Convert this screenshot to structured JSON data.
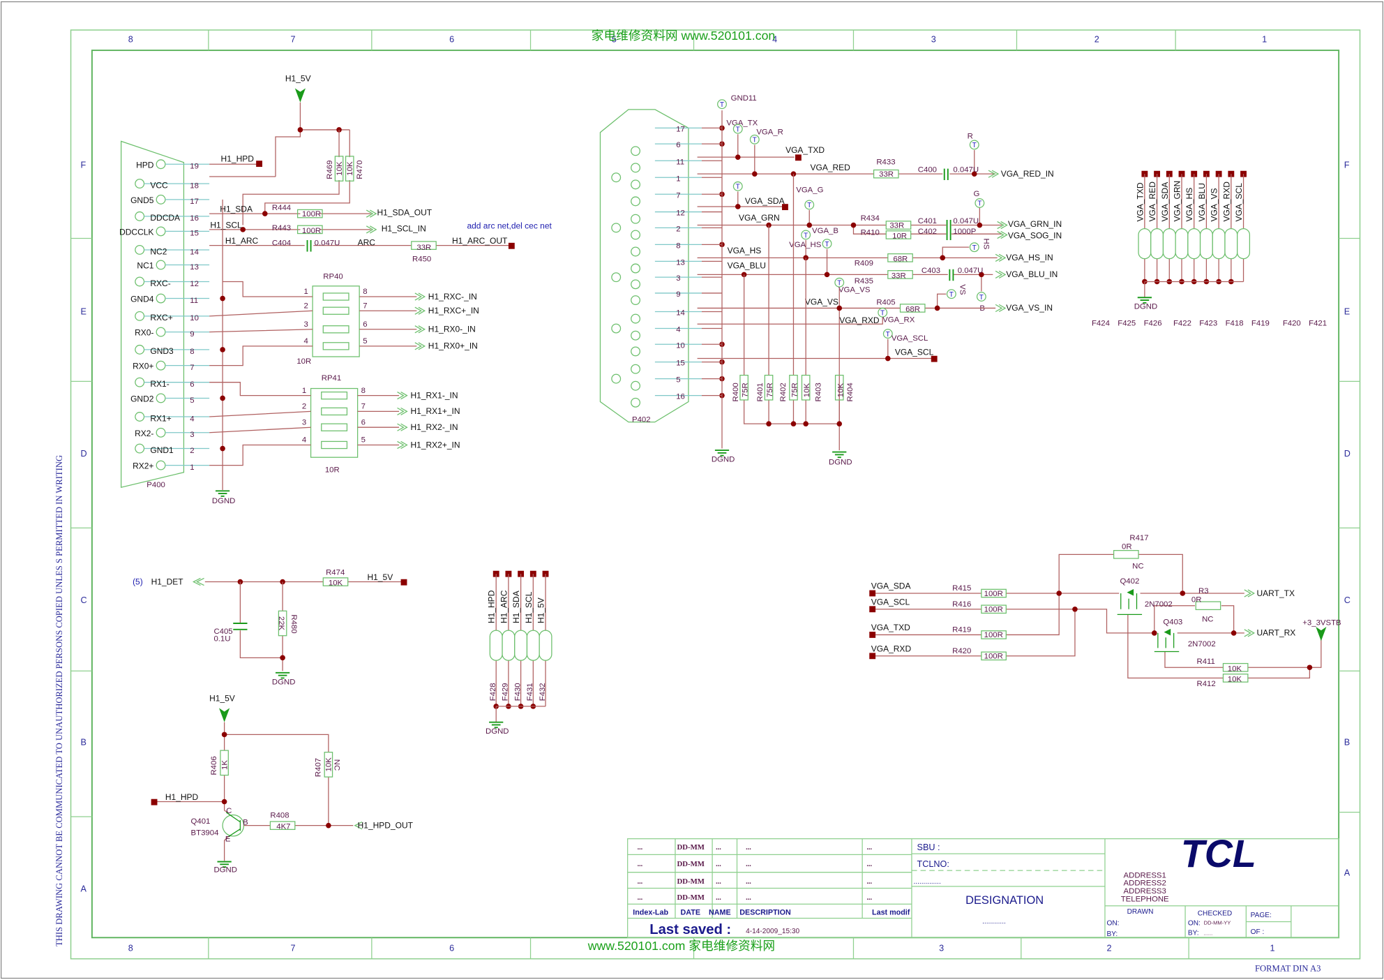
{
  "watermark": {
    "top": "家电维修资料网 www.520101.con",
    "bottom": "www.520101.com 家电维修资料网"
  },
  "frame": {
    "columns": [
      "8",
      "7",
      "6",
      "5",
      "4",
      "3",
      "2",
      "1"
    ],
    "rows": [
      "F",
      "E",
      "D",
      "C",
      "B",
      "A"
    ],
    "side_notice": "THIS DRAWING CANNOT BE COMMUNICATED TO UNAUTHORIZED PERSONS COPIED UNLES S PERMITTED IN WRITING",
    "format": "FORMAT DIN A3"
  },
  "hdmi": {
    "connector": "P400",
    "power_net": "H1_5V",
    "pins": [
      {
        "num": "19",
        "name": "HPD"
      },
      {
        "num": "18",
        "name": "VCC"
      },
      {
        "num": "17",
        "name": "GND5"
      },
      {
        "num": "16",
        "name": "DDCDA"
      },
      {
        "num": "15",
        "name": "DDCCLK"
      },
      {
        "num": "14",
        "name": "NC2"
      },
      {
        "num": "13",
        "name": "NC1"
      },
      {
        "num": "12",
        "name": "RXC-"
      },
      {
        "num": "11",
        "name": "GND4"
      },
      {
        "num": "10",
        "name": "RXC+"
      },
      {
        "num": "9",
        "name": "RX0-"
      },
      {
        "num": "8",
        "name": "GND3"
      },
      {
        "num": "7",
        "name": "RX0+"
      },
      {
        "num": "6",
        "name": "RX1-"
      },
      {
        "num": "5",
        "name": "GND2"
      },
      {
        "num": "4",
        "name": "RX1+"
      },
      {
        "num": "3",
        "name": "RX2-"
      },
      {
        "num": "2",
        "name": "GND1"
      },
      {
        "num": "1",
        "name": "RX2+"
      }
    ],
    "nets": {
      "hpd": "H1_HPD",
      "sda": "H1_SDA",
      "scl": "H1_SCL",
      "arc": "H1_ARC",
      "arc2": "ARC",
      "gnd": "DGND"
    },
    "pullups": [
      {
        "ref": "R469",
        "val": "10K"
      },
      {
        "ref": "R470",
        "val": "10K"
      }
    ],
    "series": [
      {
        "ref": "R444",
        "val": "100R",
        "out": "H1_SDA_OUT"
      },
      {
        "ref": "R443",
        "val": "100R",
        "out": "H1_SCL_IN"
      }
    ],
    "arc_cap": {
      "ref": "C404",
      "val": "0.047U"
    },
    "arc_res": {
      "ref": "R450",
      "val": "33R",
      "out": "H1_ARC_OUT"
    },
    "note": "add arc net,del cec net",
    "rp40": {
      "ref": "RP40",
      "val": "10R",
      "pins_l": [
        "1",
        "2",
        "3",
        "4"
      ],
      "pins_r": [
        "8",
        "7",
        "6",
        "5"
      ],
      "outs": [
        "H1_RXC-_IN",
        "H1_RXC+_IN",
        "H1_RX0-_IN",
        "H1_RX0+_IN"
      ]
    },
    "rp41": {
      "ref": "RP41",
      "val": "10R",
      "pins_l": [
        "1",
        "2",
        "3",
        "4"
      ],
      "pins_r": [
        "8",
        "7",
        "6",
        "5"
      ],
      "outs": [
        "H1_RX1-_IN",
        "H1_RX1+_IN",
        "H1_RX2-_IN",
        "H1_RX2+_IN"
      ]
    }
  },
  "det": {
    "page_ref": "(5)",
    "net": "H1_DET",
    "r474": {
      "ref": "R474",
      "val": "10K"
    },
    "supply": "H1_5V",
    "c405": {
      "ref": "C405",
      "val": "0.1U"
    },
    "r480": {
      "ref": "R480",
      "val": "22K"
    },
    "gnd": "DGND"
  },
  "hpd_ckt": {
    "supply": "H1_5V",
    "r406": {
      "ref": "R406",
      "val": "1K"
    },
    "r407": {
      "ref": "R407",
      "val": "10K",
      "nc": "NC"
    },
    "in": "H1_HPD",
    "q401": {
      "ref": "Q401",
      "part": "BT3904",
      "c": "C",
      "b": "B",
      "e": "E"
    },
    "r408": {
      "ref": "R408",
      "val": "4K7"
    },
    "out": "H1_HPD_OUT",
    "gnd": "DGND"
  },
  "esd_h": {
    "nets": [
      "H1_HPD",
      "H1_ARC",
      "H1_SDA",
      "H1_SCL",
      "H1_5V"
    ],
    "refs": [
      "F428",
      "F429",
      "F430",
      "F431",
      "F432"
    ],
    "gnd": "DGND"
  },
  "vga": {
    "connector": "P402",
    "pins": [
      "17",
      "6",
      "11",
      "1",
      "7",
      "12",
      "2",
      "8",
      "13",
      "3",
      "9",
      "14",
      "4",
      "10",
      "15",
      "5",
      "16"
    ],
    "tp_labels": {
      "gnd11": "GND11",
      "tx": "VGA_TX",
      "r": "VGA_R",
      "sda": "VGA_SDA",
      "g": "VGA_G",
      "b": "VGA_B",
      "hs": "VGA_HS",
      "vs": "VGA_VS",
      "rx": "VGA_RX",
      "scl": "VGA_SCL",
      "R": "R",
      "G": "G",
      "HS": "HS",
      "VS": "VS",
      "B": "B"
    },
    "nets": {
      "txd": "VGA_TXD",
      "red": "VGA_RED",
      "sda": "VGA_SDA",
      "grn": "VGA_GRN",
      "hs": "VGA_HS",
      "blu": "VGA_BLU",
      "vs": "VGA_VS",
      "rxd": "VGA_RXD",
      "scl": "VGA_SCL"
    },
    "r433": {
      "ref": "R433",
      "val": "33R"
    },
    "c400": {
      "ref": "C400",
      "val": "0.047U"
    },
    "red_in": "VGA_RED_IN",
    "r434": {
      "ref": "R434",
      "val": "33R"
    },
    "c401": {
      "ref": "C401",
      "val": "0.047U"
    },
    "grn_in": "VGA_GRN_IN",
    "r410": {
      "ref": "R410",
      "val": "10R"
    },
    "c402": {
      "ref": "C402",
      "val": "1000P"
    },
    "sog_in": "VGA_SOG_IN",
    "r409": {
      "ref": "R409",
      "val": "68R"
    },
    "hs_in": "VGA_HS_IN",
    "r435": {
      "ref": "R435",
      "val": "33R"
    },
    "c403": {
      "ref": "C403",
      "val": "0.047U"
    },
    "blu_in": "VGA_BLU_IN",
    "r405": {
      "ref": "R405",
      "val": "68R"
    },
    "vs_in": "VGA_VS_IN",
    "terms": [
      {
        "ref": "R400",
        "val": "75R"
      },
      {
        "ref": "R401",
        "val": "75R"
      },
      {
        "ref": "R402",
        "val": "75R"
      },
      {
        "ref": "R403",
        "val": "10K"
      },
      {
        "ref": "R404",
        "val": "10K"
      }
    ],
    "gnd": "DGND"
  },
  "esd_v": {
    "nets": [
      "VGA_TXD",
      "VGA_RED",
      "VGA_SDA",
      "VGA_GRN",
      "VGA_HS",
      "VGA_BLU",
      "VGA_VS",
      "VGA_RXD",
      "VGA_SCL"
    ],
    "refs": [
      "F424",
      "F425",
      "F426",
      "F422",
      "F423",
      "F418",
      "F419",
      "F420",
      "F421"
    ],
    "gnd": "DGND"
  },
  "uart": {
    "ins": [
      {
        "net": "VGA_SDA",
        "ref": "R415",
        "val": "100R"
      },
      {
        "net": "VGA_SCL",
        "ref": "R416",
        "val": "100R"
      },
      {
        "net": "VGA_TXD",
        "ref": "R419",
        "val": "100R"
      },
      {
        "net": "VGA_RXD",
        "ref": "R420",
        "val": "100R"
      }
    ],
    "r417": {
      "ref": "R417",
      "val": "0R",
      "nc": "NC"
    },
    "r3": {
      "ref": "R3",
      "val": "0R",
      "nc": "NC"
    },
    "q402": {
      "ref": "Q402",
      "part": "2N7002"
    },
    "q403": {
      "ref": "Q403",
      "part": "2N7002"
    },
    "tx": "UART_TX",
    "rx": "UART_RX",
    "supply": "+3_3VSTB",
    "r411": {
      "ref": "R411",
      "val": "10K"
    },
    "r412": {
      "ref": "R412",
      "val": "10K"
    }
  },
  "title_block": {
    "rows": [
      [
        "...",
        "DD-MM",
        "...",
        "...",
        "..."
      ],
      [
        "...",
        "DD-MM",
        "...",
        "...",
        "..."
      ],
      [
        "...",
        "DD-MM",
        "...",
        "...",
        "..."
      ],
      [
        "...",
        "DD-MM",
        "...",
        "...",
        "..."
      ]
    ],
    "headers": [
      "Index-Lab",
      "DATE",
      "NAME",
      "DESCRIPTION",
      "Last modif"
    ],
    "last_saved_label": "Last saved :",
    "last_saved_value": "4-14-2009_15:30",
    "sbu": "SBU :",
    "tclno": "TCLNO:",
    "dots": "..............",
    "designation": "DESIGNATION",
    "designation_dots": "............",
    "logo": "TCL",
    "address": [
      "ADDRESS1",
      "ADDRESS2",
      "ADDRESS3",
      "TELEPHONE"
    ],
    "drawn": "DRAWN",
    "checked": "CHECKED",
    "on": "ON:",
    "by": "BY:",
    "checked_on_val": "DD-MM-YY",
    "checked_by_val": "......",
    "page": "PAGE:",
    "of": "OF :"
  }
}
